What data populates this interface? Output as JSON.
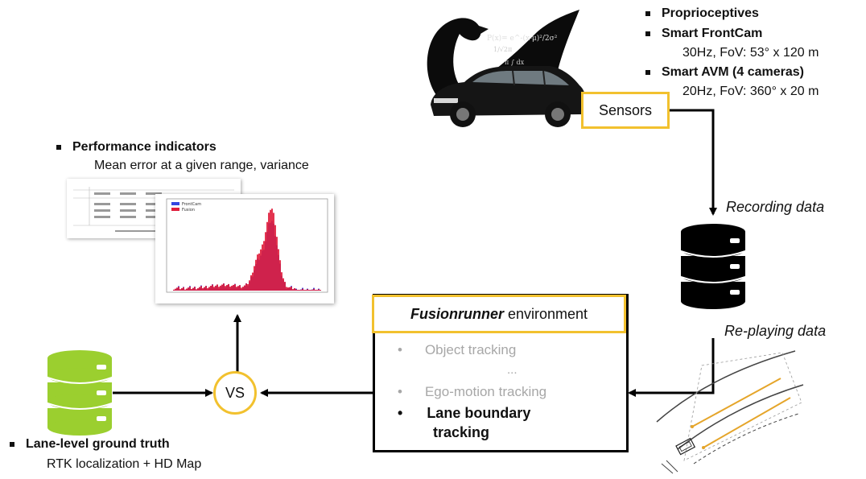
{
  "sensor_specs": {
    "proprioceptives": "Proprioceptives",
    "frontcam_title": "Smart FrontCam",
    "frontcam_detail": "30Hz, FoV: 53°  x 120 m",
    "avm_title": "Smart AVM (4 cameras)",
    "avm_detail": "20Hz, FoV: 360°  x 20 m"
  },
  "sensors_label": "Sensors",
  "recording_label": "Recording data",
  "replaying_label": "Re-playing data",
  "performance": {
    "title": "Performance indicators",
    "detail": "Mean error at a given range, variance"
  },
  "histogram_legend": [
    "FrontCam",
    "Fusion"
  ],
  "vs_label": "VS",
  "ground_truth": {
    "title": "Lane-level ground truth",
    "detail": "RTK localization + HD Map"
  },
  "fusionrunner": {
    "name": "Fusionrunner",
    "suffix": " environment",
    "items": [
      "Object tracking",
      "...",
      "Ego-motion tracking"
    ],
    "highlight_line1": "Lane boundary",
    "highlight_line2": "tracking"
  },
  "colors": {
    "accent_yellow": "#f2c12e",
    "database_black": "#000000",
    "database_green": "#9bcf2f",
    "series_frontcam": "#3446e0",
    "series_fusion": "#e01e3c"
  }
}
